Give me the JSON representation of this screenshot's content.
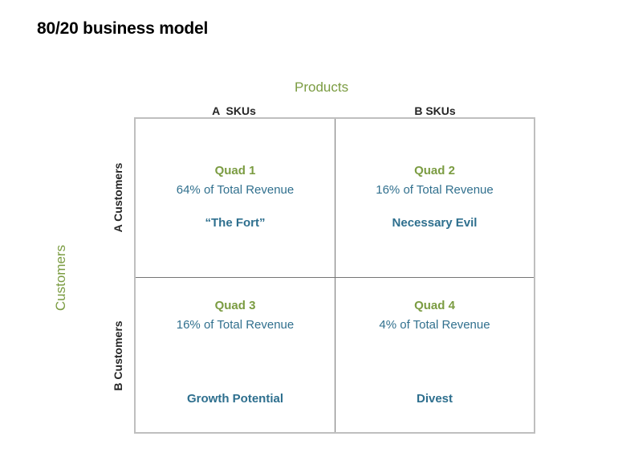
{
  "slide": {
    "title": "80/20 business model",
    "background_color": "#ffffff"
  },
  "colors": {
    "title_text": "#000000",
    "axis_title_green": "#7b9c42",
    "header_text": "#262626",
    "quad_title_green": "#7b9c42",
    "revenue_blue": "#31708e",
    "label_blue": "#2e6f8e",
    "outer_border": "#bfbfbf",
    "inner_divider": "#767676"
  },
  "axes": {
    "x_axis_title": "Products",
    "y_axis_title": "Customers",
    "columns": [
      {
        "key": "a-skus",
        "label": "A  SKUs"
      },
      {
        "key": "b-skus",
        "label": "B SKUs"
      }
    ],
    "rows": [
      {
        "key": "a-customers",
        "label": "A Customers"
      },
      {
        "key": "b-customers",
        "label": "B Customers"
      }
    ]
  },
  "chart_data": {
    "type": "table",
    "title": "80/20 business model",
    "xlabel": "Products",
    "ylabel": "Customers",
    "x_categories": [
      "A  SKUs",
      "B SKUs"
    ],
    "y_categories": [
      "A Customers",
      "B Customers"
    ],
    "value_unit": "% of Total Revenue",
    "grid": true,
    "legend": "none",
    "cells": [
      {
        "quadrant": "Quad 1",
        "row": "A Customers",
        "column": "A  SKUs",
        "value": 64,
        "value_text": "64% of Total Revenue",
        "label": "“The Fort”"
      },
      {
        "quadrant": "Quad 2",
        "row": "A Customers",
        "column": "B SKUs",
        "value": 16,
        "value_text": "16% of Total Revenue",
        "label": "Necessary Evil"
      },
      {
        "quadrant": "Quad 3",
        "row": "B Customers",
        "column": "A  SKUs",
        "value": 16,
        "value_text": "16% of Total Revenue",
        "label": "Growth Potential"
      },
      {
        "quadrant": "Quad 4",
        "row": "B Customers",
        "column": "B SKUs",
        "value": 4,
        "value_text": "4% of Total Revenue",
        "label": "Divest"
      }
    ]
  },
  "quadrants": [
    {
      "title": "Quad 1",
      "revenue": "64% of Total Revenue",
      "label": "“The Fort”"
    },
    {
      "title": "Quad 2",
      "revenue": "16% of Total Revenue",
      "label": "Necessary Evil"
    },
    {
      "title": "Quad 3",
      "revenue": "16% of Total Revenue",
      "label": "Growth Potential"
    },
    {
      "title": "Quad 4",
      "revenue": "4% of Total Revenue",
      "label": "Divest"
    }
  ]
}
